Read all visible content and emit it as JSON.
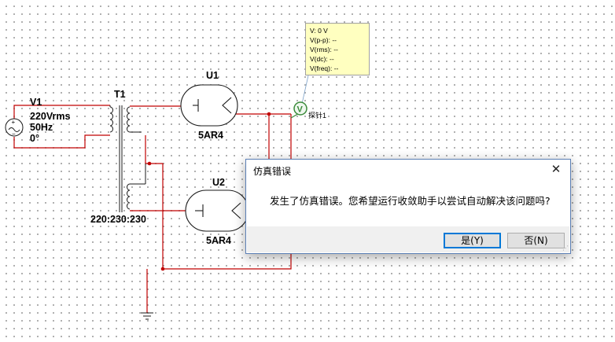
{
  "schematic": {
    "source": {
      "ref": "V1",
      "voltage": "220Vrms",
      "frequency": "50Hz",
      "phase": "0°"
    },
    "transformer": {
      "ref": "T1",
      "ratio": "220:230:230"
    },
    "tube_top": {
      "ref": "U1",
      "model": "5AR4"
    },
    "tube_bottom": {
      "ref": "U2",
      "model": "5AR4"
    },
    "probe": {
      "symbol": "V",
      "name": "探针1",
      "readout": [
        "V: 0 V",
        "V(p-p): --",
        "V(rms): --",
        "V(dc): --",
        "V(freq): --"
      ]
    },
    "colors": {
      "wire": "#c00000",
      "component": "#1a1a1a",
      "probe": "#3a8a3a",
      "tooltip_bg": "#ffffc0"
    }
  },
  "dialog": {
    "title": "仿真错误",
    "close_glyph": "✕",
    "message": "发生了仿真错误。您希望运行收敛助手以尝试自动解决该问题吗?",
    "yes_label": "是(Y)",
    "no_label": "否(N)"
  }
}
